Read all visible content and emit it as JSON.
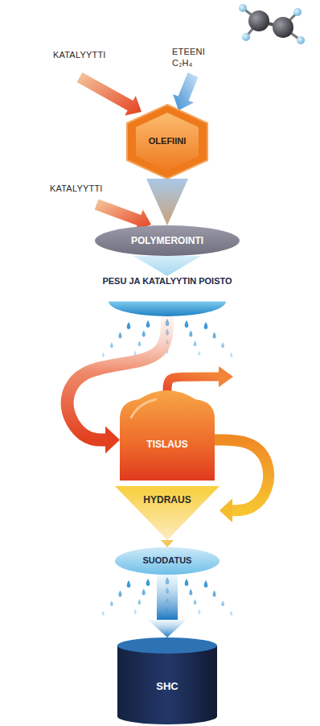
{
  "diagram": {
    "nodes": [
      {
        "text": [
          "OLEFIINI"
        ]
      },
      {
        "text": [
          "POLYMEROINTI"
        ]
      },
      {
        "text": [
          "PESU JA KATALYYTIN POISTO"
        ]
      },
      {
        "text": [
          "TISLAUS"
        ]
      },
      {
        "text": [
          "HYDRAUS"
        ]
      },
      {
        "text": [
          "SUODATUS"
        ]
      },
      {
        "text": [
          "SHC"
        ]
      }
    ],
    "edges": [
      {
        "from": 0,
        "to": 1,
        "arrow": "to"
      },
      {
        "from": 1,
        "to": 2,
        "arrow": "to"
      },
      {
        "from": 2,
        "to": 3,
        "arrow": "to"
      },
      {
        "from": 3,
        "to": 4,
        "arrow": "to"
      },
      {
        "from": 4,
        "to": 5,
        "arrow": "to"
      },
      {
        "from": 5,
        "to": 6,
        "arrow": "to"
      }
    ],
    "labels": [
      "KATALYYTTI",
      "ETEENI C₂H₄",
      "KATALYYTTI"
    ]
  }
}
